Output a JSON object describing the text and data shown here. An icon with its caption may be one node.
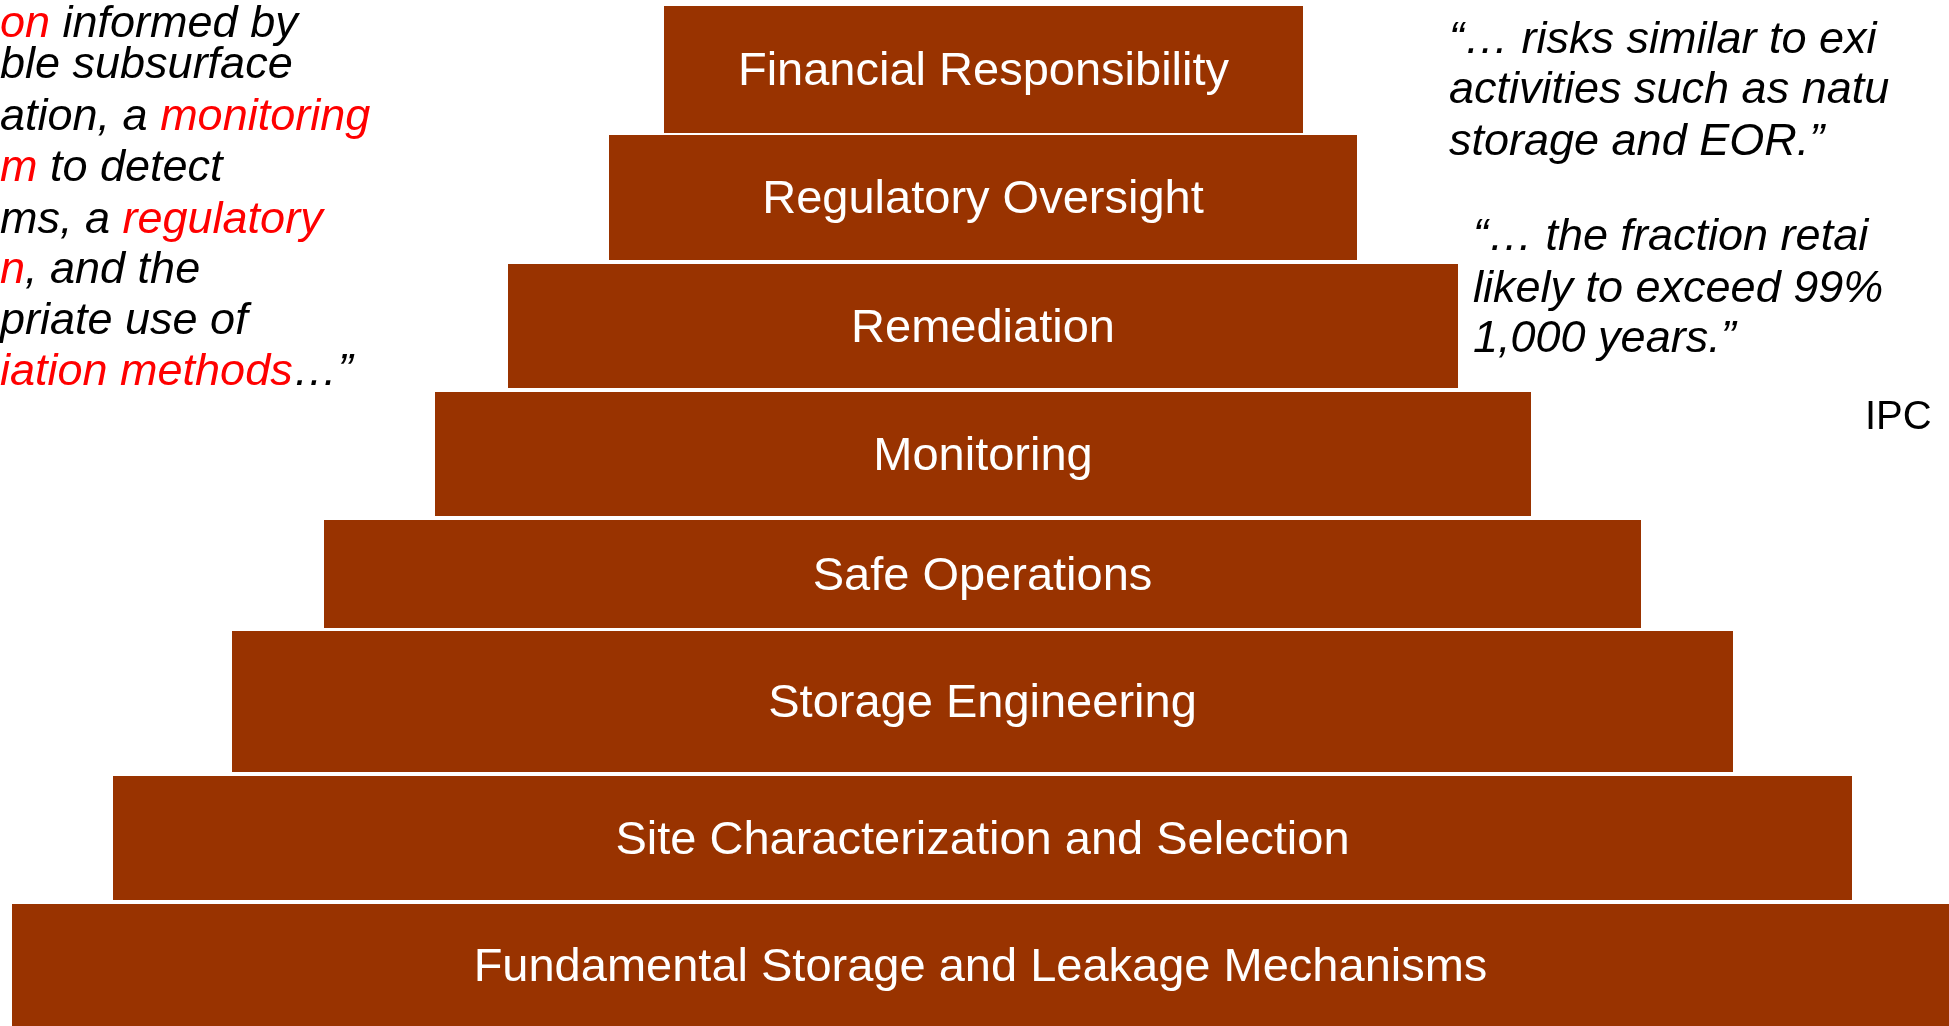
{
  "diagram": {
    "nodes": [
      {
        "text": [
          "Financial Responsibility"
        ]
      },
      {
        "text": [
          "Regulatory Oversight"
        ]
      },
      {
        "text": [
          "Remediation"
        ]
      },
      {
        "text": [
          "Monitoring"
        ]
      },
      {
        "text": [
          "Safe Operations"
        ]
      },
      {
        "text": [
          "Storage Engineering"
        ]
      },
      {
        "text": [
          "Site Characterization and Selection"
        ]
      },
      {
        "text": [
          "Fundamental Storage and Leakage Mechanisms"
        ]
      }
    ],
    "labels": [
      "**on** informed by",
      "ble subsurface",
      "ation, a **monitoring**",
      "**m** to detect",
      "ms, a **regulatory**",
      "**n**, and the",
      "priate use of",
      "**iation methods**…”",
      "“… risks similar to exi",
      "activities such as natu",
      "storage and EOR.”",
      "“… the fraction retai",
      "likely to exceed 99%",
      "1,000 years.”",
      "IPC"
    ]
  }
}
